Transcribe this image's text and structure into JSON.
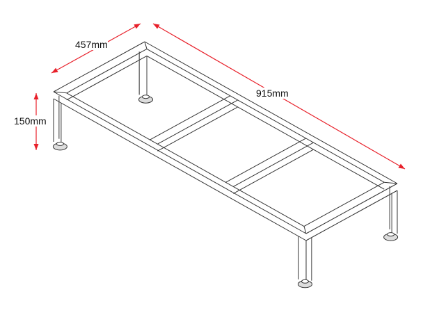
{
  "dimensions": {
    "width": "457mm",
    "length": "915mm",
    "height": "150mm"
  },
  "colors": {
    "arrow": "#e8202a",
    "line": "#333333"
  }
}
